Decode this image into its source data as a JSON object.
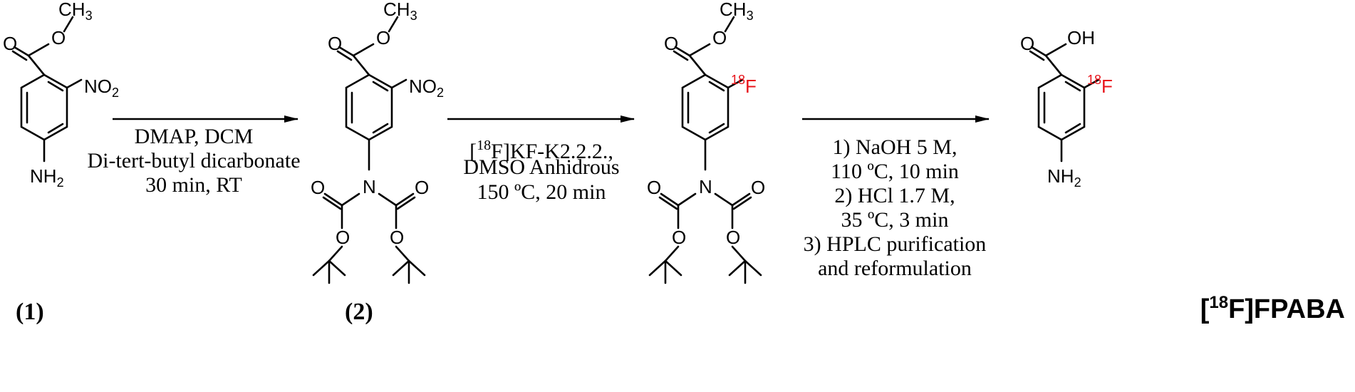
{
  "atoms": {
    "ch3": "CH",
    "ch3_sub": "3",
    "oxygen": "O",
    "hydroxyl": "OH",
    "nitrogen": "N",
    "nitro": "NO",
    "nitro_sub": "2",
    "amine": "NH",
    "amine_sub": "2",
    "fluorine": "F",
    "isotope": "18"
  },
  "step1": {
    "line1": "DMAP, DCM",
    "line2": "Di-tert-butyl dicarbonate",
    "line3": "30 min, RT"
  },
  "step2": {
    "line1_open": "[",
    "line1_sup": "18",
    "line1_rest": "F]KF-K2.2.2.,",
    "line2": "DMSO Anhidrous",
    "line3": "150 ºC, 20 min"
  },
  "step3": {
    "line1": "1) NaOH 5 M,",
    "line2": "110 ºC, 10 min",
    "line3": "2) HCl 1.7 M,",
    "line4": "35 ºC, 3 min",
    "line5": "3) HPLC purification",
    "line6": "and reformulation"
  },
  "labels": {
    "compound1": "(1)",
    "compound2": "(2)",
    "final_open": "[",
    "final_sup": "18",
    "final_rest": "F]FPABA"
  },
  "colors": {
    "isotope_fluorine": "#e8141b"
  }
}
